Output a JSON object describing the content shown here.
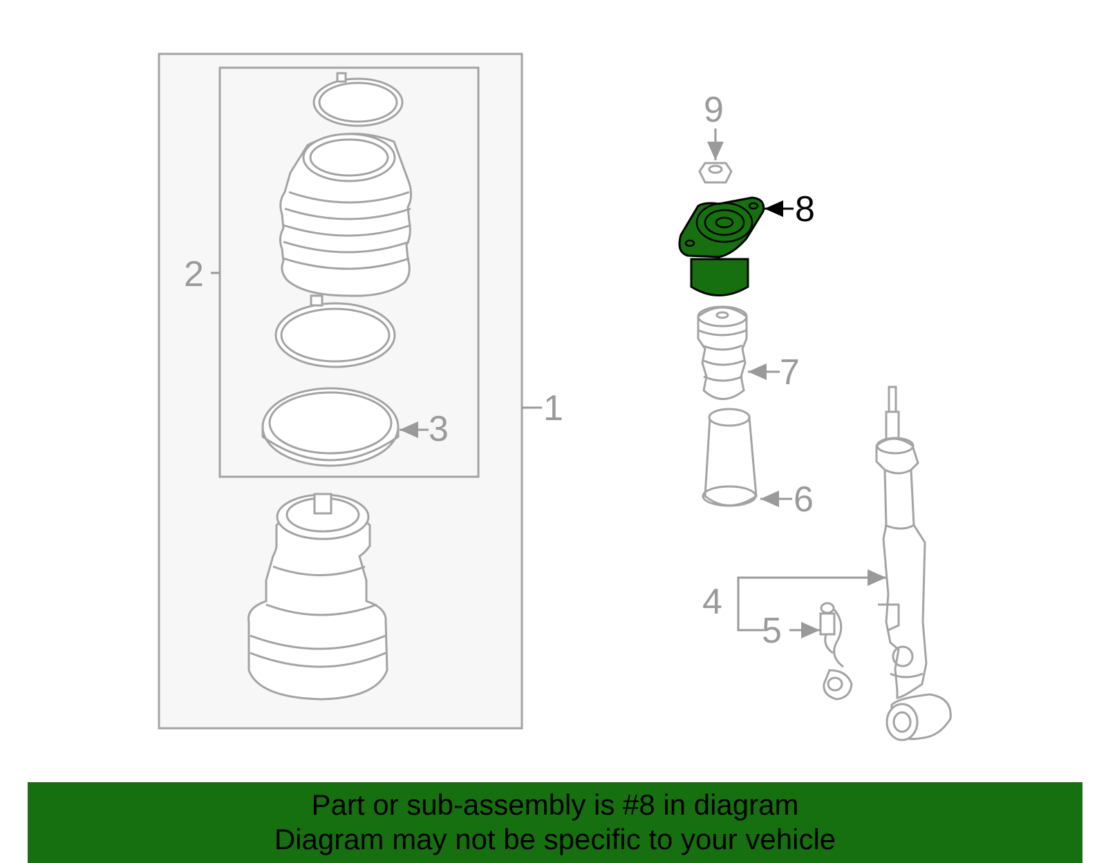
{
  "diagram": {
    "callouts": {
      "c1": "1",
      "c2": "2",
      "c3": "3",
      "c4": "4",
      "c5": "5",
      "c6": "6",
      "c7": "7",
      "c8": "8",
      "c9": "9"
    },
    "highlighted_part": "8",
    "highlight_color": "#17700f",
    "line_color": "#a3a3a3"
  },
  "banner": {
    "line1": "Part or sub-assembly is #8 in diagram",
    "line2": "Diagram may not be specific to your vehicle",
    "background": "#17700f"
  }
}
